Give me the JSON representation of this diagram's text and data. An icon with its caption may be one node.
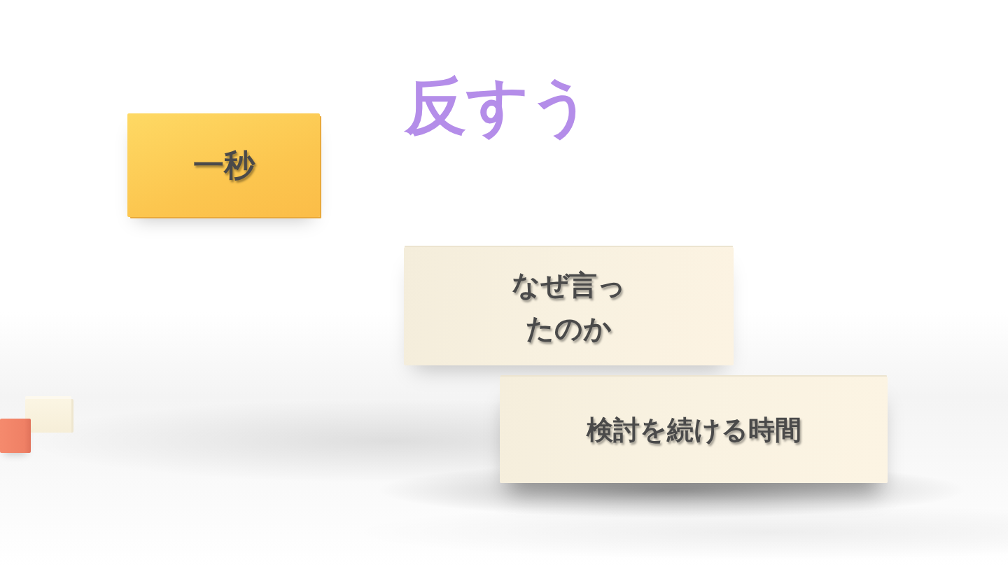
{
  "diagram": {
    "title": "反すう",
    "nodes": [
      {
        "text": [
          "一秒"
        ]
      },
      {
        "text": [
          "なぜ言ったのか"
        ]
      },
      {
        "text": [
          "検討を続ける時間"
        ]
      },
      {
        "text": [],
        "shape": "box"
      },
      {
        "text": [],
        "shape": "box"
      }
    ]
  }
}
